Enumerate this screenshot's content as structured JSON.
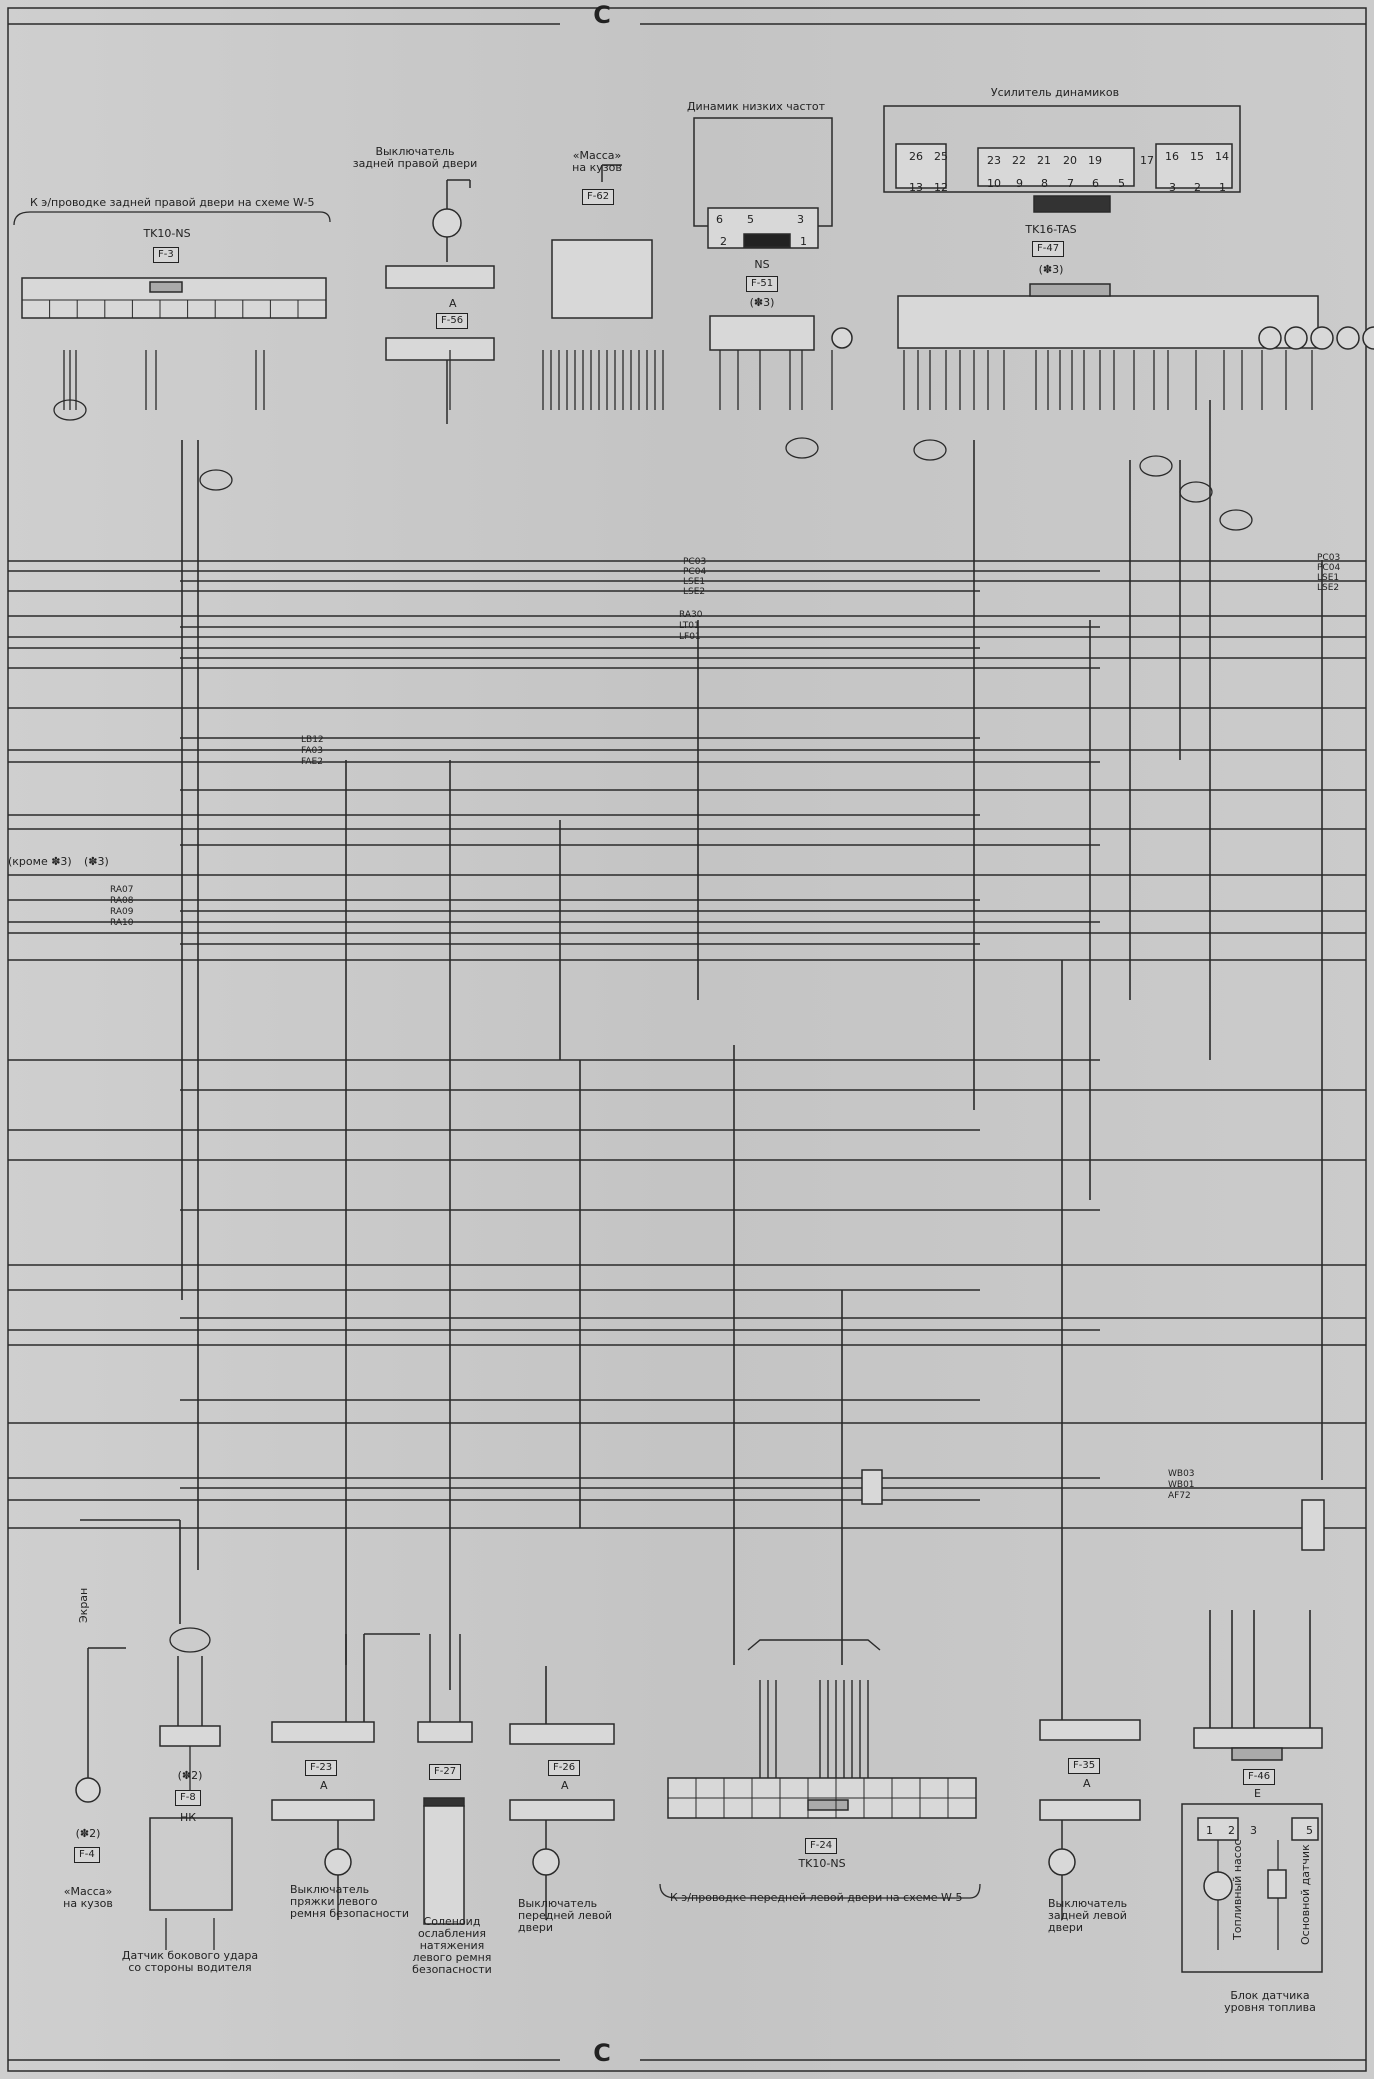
{
  "sheet": {
    "label": "C"
  },
  "texts": {
    "rear_right_wiring": "К э/проводке задней правой двери на схеме W-5",
    "rear_right_switch": "Выключатель\nзадней правой двери",
    "ground_body_top": "«Масса»\nна кузов",
    "subwoofer": "Динамик низких частот",
    "speaker_amp": "Усилитель динамиков",
    "except3": "(кроме ✽3)",
    "with3": "(✽3)",
    "screen": "Экран",
    "side_sensor": "Датчик бокового удара\nсо стороны водителя",
    "ground_body_bottom": "«Масса»\nна кузов",
    "buckle_switch": "Выключатель\nпряжки левого\nремня безопасности",
    "solenoid": "Соленоид\nослабления\nнатяжения\nлевого ремня\nбезопасности",
    "front_left_switch": "Выключатель\nпередней левой\nдвери",
    "front_left_wiring": "К э/проводке передней левой двери на схеме W-5",
    "rear_left_switch": "Выключатель\nзадней левой\nдвери",
    "fuel_block": "Блок датчика\nуровня топлива",
    "fuel_pump": "Топливный насос",
    "main_sensor": "Основной датчик",
    "hk": "НК"
  },
  "connectors": {
    "tk10_top": "TK10-NS",
    "f3": "F-3",
    "f56": "F-56",
    "a": "A",
    "f62": "F-62",
    "ns": "NS",
    "f51": "F-51",
    "s3": "(✽3)",
    "tk16": "TK16-TAS",
    "f47": "F-47",
    "s3b": "(✽3)",
    "f4": "F-4",
    "s2": "(✽2)",
    "f8": "F-8",
    "s2b": "(✽2)",
    "f23": "F-23",
    "f27": "F-27",
    "f26": "F-26",
    "f24": "F-24",
    "tk10_bottom": "TK10-NS",
    "f35": "F-35",
    "f46": "F-46",
    "e": "E"
  },
  "subwoofer_pins": [
    "6",
    "5",
    "3",
    "2",
    "1"
  ],
  "amp_pins": [
    "26",
    "25",
    "23",
    "22",
    "21",
    "20",
    "19",
    "17",
    "16",
    "15",
    "14",
    "13",
    "12",
    "10",
    "9",
    "8",
    "7",
    "6",
    "5",
    "3",
    "2",
    "1"
  ],
  "fuel_pins": [
    "1",
    "2",
    "3",
    "5"
  ],
  "wire_groups": {
    "mid1": [
      "PC03",
      "PC04",
      "LSE1",
      "LSE2"
    ],
    "mid2": [
      "RA30",
      "LT01",
      "LF01"
    ],
    "mid3": [
      "LB12",
      "FA03",
      "FAE2"
    ],
    "mid4": [
      "RA07",
      "RA08",
      "RA09",
      "RA10"
    ],
    "right1": [
      "PC03",
      "PC04",
      "LSE1",
      "LSE2"
    ],
    "bottom1": [
      "WB03",
      "WB01",
      "AF72"
    ]
  }
}
